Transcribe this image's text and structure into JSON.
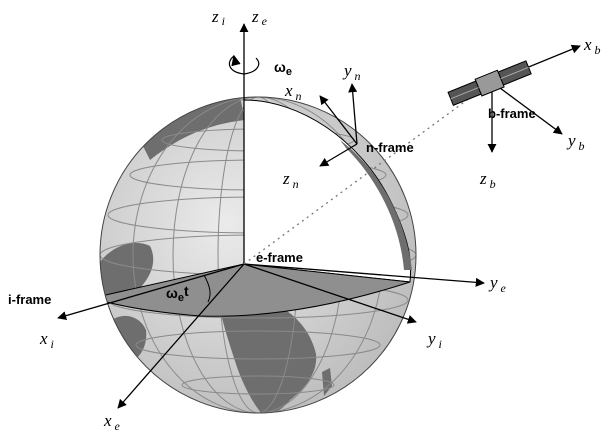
{
  "axes": {
    "z_i": {
      "main": "z",
      "sub": "i"
    },
    "z_e": {
      "main": "z",
      "sub": "e"
    },
    "x_i": {
      "main": "x",
      "sub": "i"
    },
    "y_i": {
      "main": "y",
      "sub": "i"
    },
    "x_e": {
      "main": "x",
      "sub": "e"
    },
    "y_e": {
      "main": "y",
      "sub": "e"
    },
    "x_n": {
      "main": "x",
      "sub": "n"
    },
    "y_n": {
      "main": "y",
      "sub": "n"
    },
    "z_n": {
      "main": "z",
      "sub": "n"
    },
    "x_b": {
      "main": "x",
      "sub": "b"
    },
    "y_b": {
      "main": "y",
      "sub": "b"
    },
    "z_b": {
      "main": "z",
      "sub": "b"
    }
  },
  "frames": {
    "i_frame": "i-frame",
    "e_frame": "e-frame",
    "n_frame": "n-frame",
    "b_frame": "b-frame"
  },
  "rotation": {
    "omega_e": {
      "main": "ω",
      "sub": "e"
    },
    "omega_e_t": {
      "main": "ω",
      "sub": "e",
      "tail": "t"
    }
  },
  "colors": {
    "land": "#6e6e6e",
    "ocean": "#d6d6d6",
    "cutaway": "#ffffff",
    "equator_plane": "#8f8f8f",
    "axis": "#000000"
  }
}
